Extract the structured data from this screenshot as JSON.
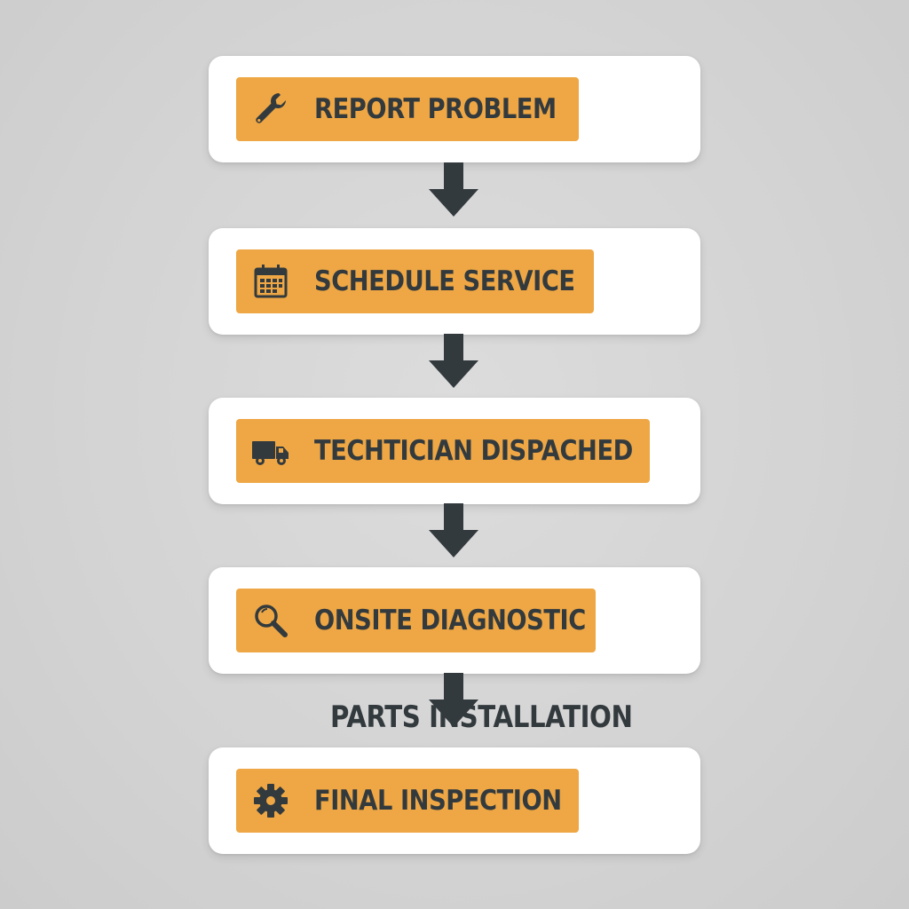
{
  "steps": [
    {
      "label": "REPORT PROBLEM",
      "icon": "wrench-icon"
    },
    {
      "label": "SCHEDULE SERVICE",
      "icon": "calendar-icon"
    },
    {
      "label": "TECHTICIAN DISPACHED",
      "icon": "truck-icon"
    },
    {
      "label": "ONSITE DIAGNOSTIC",
      "icon": "magnifier-icon"
    },
    {
      "label": "FINAL INSPECTION",
      "icon": "gear-icon"
    }
  ],
  "between_label": "PARTS INSTALLATION",
  "colors": {
    "pill": "#eea744",
    "text": "#333a3e",
    "card": "#ffffff",
    "background": "#d3d3d3"
  }
}
